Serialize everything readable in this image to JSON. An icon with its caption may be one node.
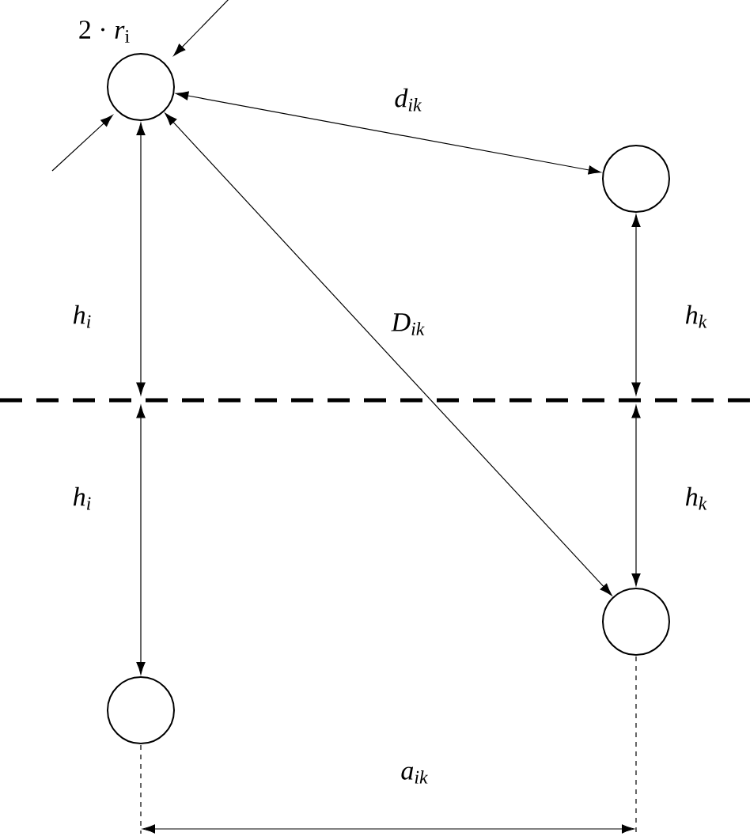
{
  "diagram": {
    "nodes": [
      {
        "text": [],
        "shape": "circle"
      },
      {
        "text": [],
        "shape": "circle"
      },
      {
        "text": [],
        "shape": "line"
      },
      {
        "text": [],
        "shape": "circle"
      },
      {
        "text": [],
        "shape": "circle"
      }
    ],
    "edges": [
      {
        "from": 0,
        "to": 1,
        "arrow": "both",
        "label": "d$_{ik}$"
      },
      {
        "from": 0,
        "to": 3,
        "arrow": "both",
        "label": "D$_{ik}$"
      },
      {
        "from": 0,
        "to": 2,
        "arrow": "both",
        "label": "h$_{i}$"
      },
      {
        "from": 2,
        "to": 4,
        "arrow": "both",
        "label": "h$_{i}$"
      },
      {
        "from": 1,
        "to": 2,
        "arrow": "both",
        "label": "h$_{k}$"
      },
      {
        "from": 2,
        "to": 3,
        "arrow": "both",
        "label": "h$_{k}$"
      }
    ],
    "labels": [
      "2 · *r*$_{i}$",
      "a$_{ik}$"
    ]
  }
}
